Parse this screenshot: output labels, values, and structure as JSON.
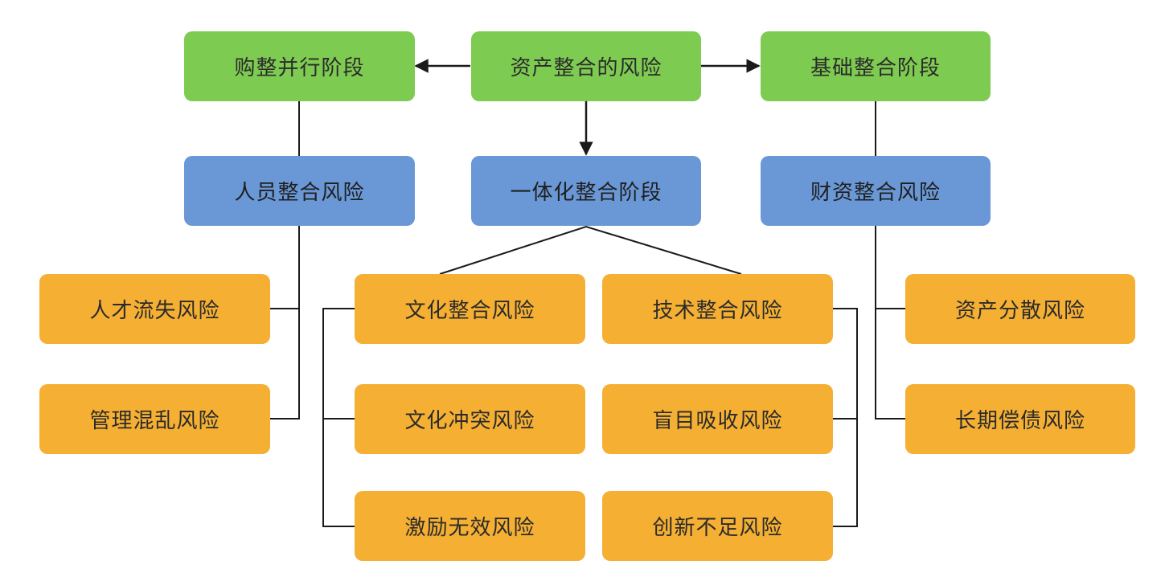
{
  "colors": {
    "stage": "#7ecb52",
    "category": "#6a98d6",
    "risk": "#f5af33",
    "line": "#1a1a1a"
  },
  "diagram": {
    "root": "资产整合的风险",
    "stages": {
      "left": "购整并行阶段",
      "center": "一体化整合阶段",
      "right": "基础整合阶段"
    },
    "categories": {
      "left": "人员整合风险",
      "right": "财资整合风险"
    },
    "risks": {
      "talent_loss": "人才流失风险",
      "management_chaos": "管理混乱风险",
      "culture_integration": "文化整合风险",
      "culture_conflict": "文化冲突风险",
      "incentive_ineffective": "激励无效风险",
      "tech_integration": "技术整合风险",
      "blind_absorption": "盲目吸收风险",
      "innovation_shortage": "创新不足风险",
      "asset_dispersion": "资产分散风险",
      "long_term_debt": "长期偿债风险"
    }
  }
}
